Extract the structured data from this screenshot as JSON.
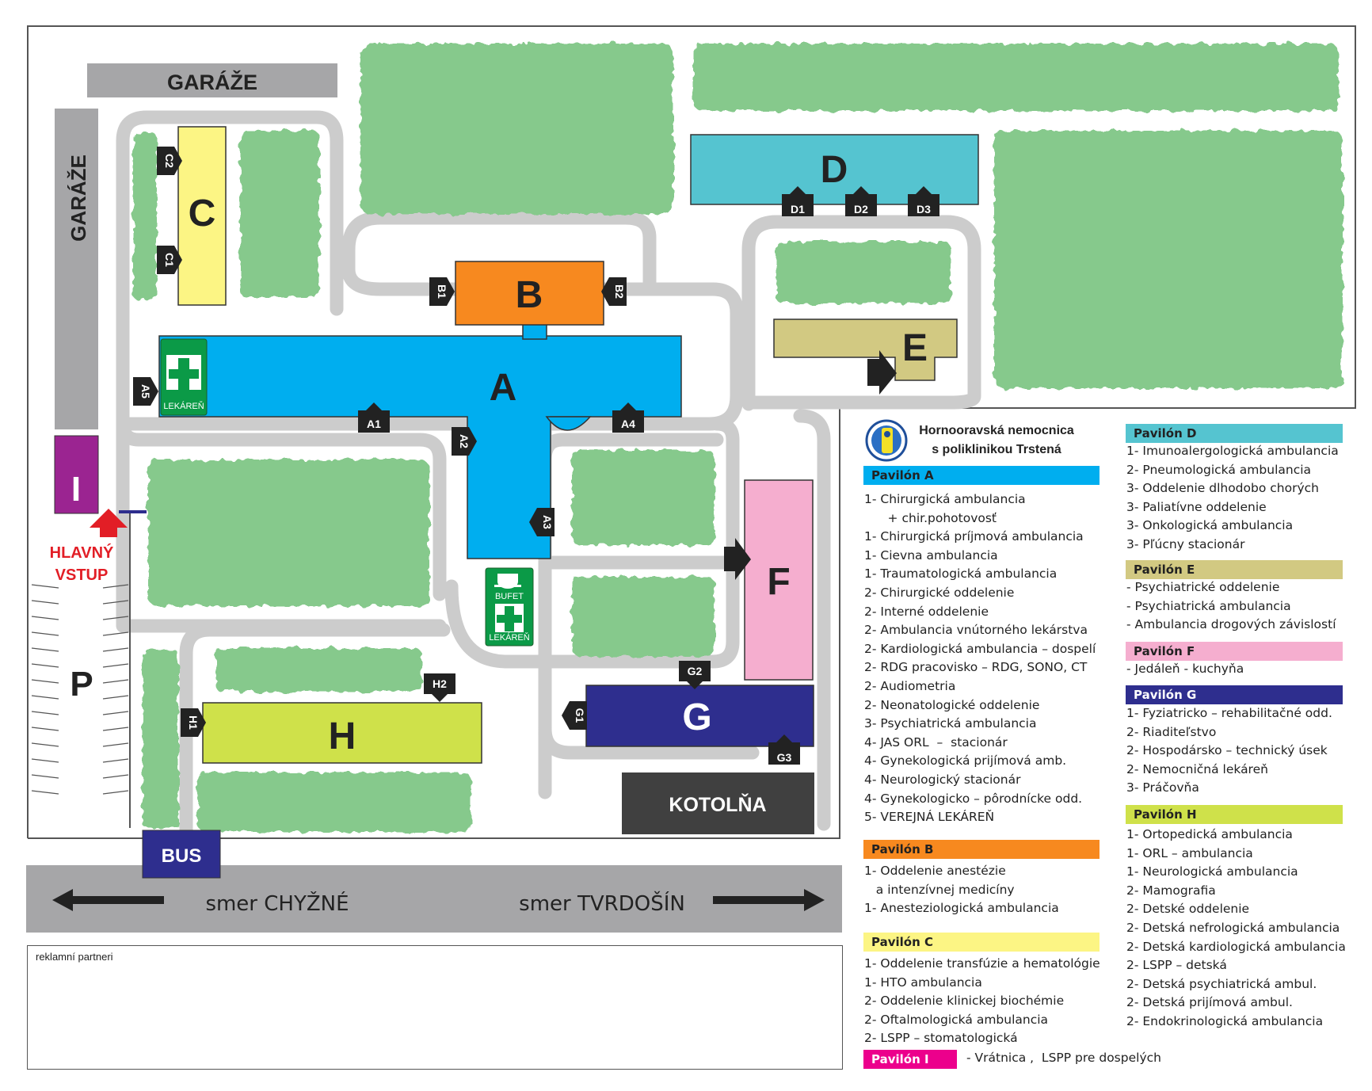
{
  "map": {
    "buildings": {
      "A": "A",
      "B": "B",
      "C": "C",
      "D": "D",
      "E": "E",
      "F": "F",
      "G": "G",
      "H": "H",
      "I": "I"
    },
    "garage_top": "GARÁŽE",
    "garage_left": "GARÁŽE",
    "parking": "P",
    "bus": "BUS",
    "boiler": "KOTOLŇA",
    "main_entrance_line1": "HLAVNÝ",
    "main_entrance_line2": "VSTUP",
    "pharmacy_label": "LEKÁREŇ",
    "buffet_label": "BUFET",
    "buffet_pharmacy_label": "LEKÁREŇ",
    "direction_left": "smer CHYŽNÉ",
    "direction_right": "smer TVRDOŠÍN",
    "entrances": {
      "A1": "A1",
      "A2": "A2",
      "A3": "A3",
      "A4": "A4",
      "A5": "A5",
      "B1": "B1",
      "B2": "B2",
      "C1": "C1",
      "C2": "C2",
      "D1": "D1",
      "D2": "D2",
      "D3": "D3",
      "G1": "G1",
      "G2": "G2",
      "G3": "G3",
      "H1": "H1",
      "H2": "H2"
    },
    "colors": {
      "green": "#86c98c",
      "road": "#cccccc",
      "A": "#00aeef",
      "B": "#f7891f",
      "C": "#fcf584",
      "D": "#55c4d0",
      "E": "#d2c982",
      "F": "#f5aecf",
      "G": "#2e2e8e",
      "H": "#cfe14a",
      "I": "#9b2491",
      "garage": "#a6a6a8",
      "boiler": "#404040",
      "entrance_red": "#e21e26"
    }
  },
  "hospital": {
    "name_line1": "Hornooravská nemocnica",
    "name_line2": "s poliklinikou Trstená"
  },
  "legend": {
    "A": {
      "title": "Pavilón A",
      "color": "#00aeef",
      "items": [
        "1- Chirurgická ambulancia",
        "      + chir.pohotovosť",
        "1- Chirurgická príjmová ambulancia",
        "1- Cievna ambulancia",
        "1- Traumatologická ambulancia",
        "2- Chirurgické oddelenie",
        "2- Interné oddelenie",
        "2- Ambulancia vnútorného lekárstva",
        "2- Kardiologická ambulancia – dospelí",
        "2- RDG pracovisko – RDG, SONO, CT",
        "2- Audiometria",
        "2- Neonatologické oddelenie",
        "3- Psychiatrická ambulancia",
        "4- JAS ORL  –  stacionár",
        "4- Gynekologická prijímová amb.",
        "4- Neurologický stacionár",
        "4- Gynekologicko – pôrodnícke odd.",
        "5- VEREJNÁ LEKÁREŇ"
      ]
    },
    "B": {
      "title": "Pavilón B",
      "color": "#f7891f",
      "items": [
        "1- Oddelenie anestézie",
        "   a intenzívnej medicíny",
        "1- Anesteziologická ambulancia"
      ]
    },
    "C": {
      "title": "Pavilón C",
      "color": "#fcf584",
      "items": [
        "1- Oddelenie transfúzie a hematológie",
        "1- HTO ambulancia",
        "2- Oddelenie klinickej biochémie",
        "2- Oftalmologická ambulancia",
        "2- LSPP – stomatologická"
      ]
    },
    "I": {
      "title": "Pavilón I",
      "color": "#ec008c",
      "text": "- Vrátnica ,  LSPP pre dospelých"
    },
    "D": {
      "title": "Pavilón D",
      "color": "#55c4d0",
      "items": [
        "1- Imunoalergologická ambulancia",
        "2- Pneumologická ambulancia",
        "3- Oddelenie dlhodobo chorých",
        "3- Paliatívne oddelenie",
        "3- Onkologická ambulancia",
        "3- Pľúcny stacionár"
      ]
    },
    "E": {
      "title": "Pavilón E",
      "color": "#d2c982",
      "items": [
        "- Psychiatrické oddelenie",
        "- Psychiatrická ambulancia",
        "- Ambulancia drogových závislostí"
      ]
    },
    "F": {
      "title": "Pavilón F",
      "color": "#f5aecf",
      "items": [
        "- Jedáleň - kuchyňa"
      ]
    },
    "G": {
      "title": "Pavilón G",
      "color": "#2e2e8e",
      "items": [
        "1- Fyziatricko – rehabilitačné odd.",
        "2- Riaditeľstvo",
        "2- Hospodársko – technický úsek",
        "2- Nemocničná lekáreň",
        "3- Práčovňa"
      ]
    },
    "H": {
      "title": "Pavilón H",
      "color": "#cfe14a",
      "items": [
        "1- Ortopedická ambulancia",
        "1- ORL – ambulancia",
        "1- Neurologická ambulancia",
        "2- Mamografia",
        "2- Detské oddelenie",
        "2- Detská nefrologická ambulancia",
        "2- Detská kardiologická ambulancia",
        "2- LSPP – detská",
        "2- Detská psychiatrická ambul.",
        "2- Detská prijímová ambul.",
        "2- Endokrinologická ambulancia"
      ]
    }
  },
  "footer": {
    "partners": "reklamní partneri"
  }
}
